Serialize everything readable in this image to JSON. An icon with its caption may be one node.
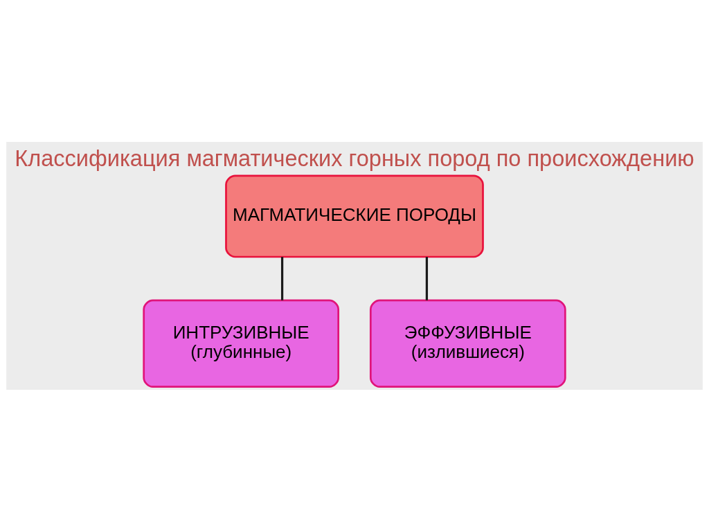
{
  "diagram": {
    "title": "Классификация магматических горных пород по происхождению",
    "nodes": [
      {
        "text": [
          "МАГМАТИЧЕСКИЕ ПОРОДЫ"
        ]
      },
      {
        "text": [
          "ИНТРУЗИВНЫЕ",
          "(глубинные)"
        ]
      },
      {
        "text": [
          "ЭФФУЗИВНЫЕ",
          "(излившиеся)"
        ]
      }
    ],
    "edges": [
      {
        "from": 0,
        "to": 1,
        "arrow": "none"
      },
      {
        "from": 0,
        "to": 2,
        "arrow": "none"
      }
    ]
  }
}
